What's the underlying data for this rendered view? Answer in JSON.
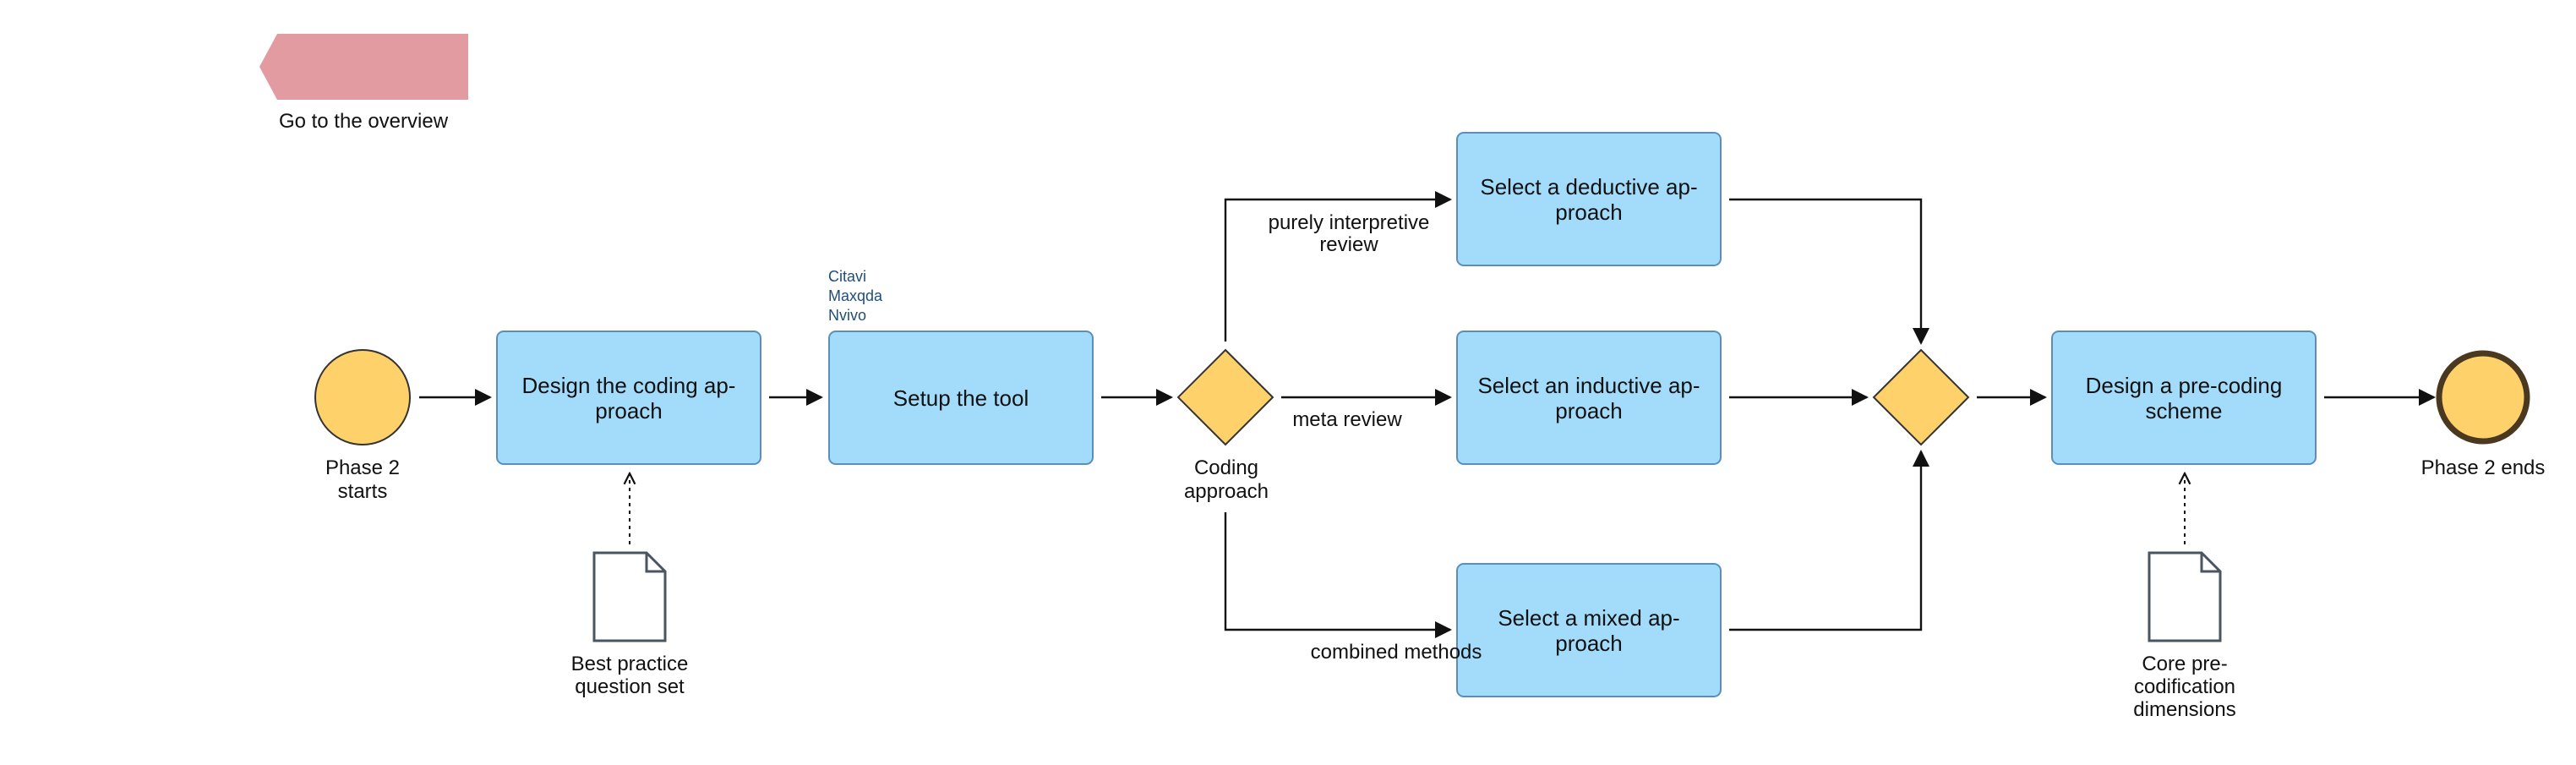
{
  "colors": {
    "task_fill": "#a3dcfb",
    "task_stroke": "#5b8fb8",
    "event_fill": "#fed16b",
    "gateway_fill": "#fed16b",
    "back_button_fill": "#e29ba0",
    "note_text": "#1f4e7a"
  },
  "icons": {
    "data_object": "document-icon",
    "back": "arrow-left-icon"
  },
  "overview_link": {
    "label": "Go to the overview"
  },
  "events": {
    "start": {
      "label_line1": "Phase 2",
      "label_line2": "starts"
    },
    "end": {
      "label": "Phase 2 ends"
    }
  },
  "tasks": {
    "design_coding": {
      "line1": "Design the coding ap-",
      "line2": "proach"
    },
    "setup_tool": {
      "line1": "Setup the tool"
    },
    "deductive": {
      "line1": "Select a deductive ap-",
      "line2": "proach"
    },
    "inductive": {
      "line1": "Select an inductive ap-",
      "line2": "proach"
    },
    "mixed": {
      "line1": "Select a mixed ap-",
      "line2": "proach"
    },
    "precoding": {
      "line1": "Design a pre-coding",
      "line2": "scheme"
    }
  },
  "tool_notes": [
    "Citavi",
    "Maxqda",
    "Nvivo"
  ],
  "gateways": {
    "coding_approach": {
      "line1": "Coding",
      "line2": "approach"
    }
  },
  "flow_labels": {
    "interpretive_line1": "purely interpretive",
    "interpretive_line2": "review",
    "meta": "meta review",
    "combined": "combined methods"
  },
  "data_objects": {
    "best_practice": {
      "line1": "Best practice",
      "line2": "question set"
    },
    "core_precod": {
      "line1": "Core pre-",
      "line2": "codification",
      "line3": "dimensions"
    }
  }
}
